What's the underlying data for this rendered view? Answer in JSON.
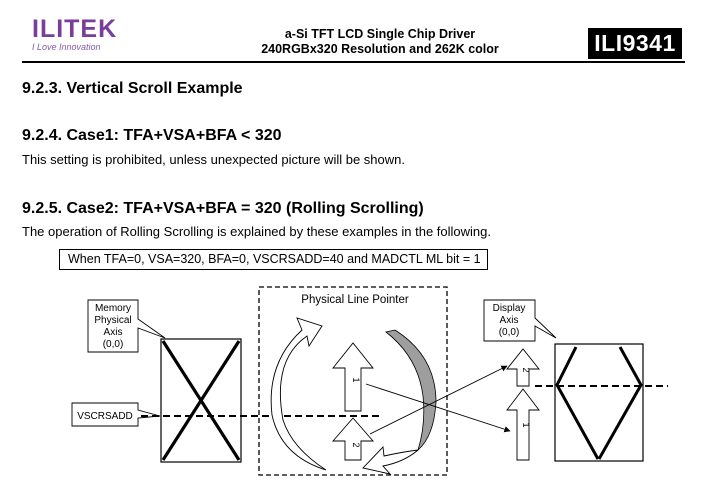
{
  "header": {
    "logo_text": "ILITEK",
    "logo_tagline": "I Love Innovation",
    "title_line1": "a-Si TFT LCD Single Chip Driver",
    "title_line2": "240RGBx320 Resolution and 262K color",
    "part_number": "ILI9341"
  },
  "sections": {
    "s923": {
      "heading": "9.2.3.  Vertical Scroll Example"
    },
    "s924": {
      "heading": "9.2.4.  Case1: TFA+VSA+BFA < 320",
      "text": "This setting is prohibited, unless unexpected picture will be shown."
    },
    "s925": {
      "heading": "9.2.5.  Case2: TFA+VSA+BFA = 320 (Rolling Scrolling)",
      "text": "The operation of Rolling Scrolling is explained by these examples in the following."
    }
  },
  "setting_box": "When TFA=0, VSA=320, BFA=0, VSCRSADD=40 and  MADCTL ML bit = 1",
  "diagram": {
    "memory_label": [
      "Memory",
      "Physical",
      "Axis",
      "(0,0)"
    ],
    "vscrsadd_label": "VSCRSADD",
    "pointer_label": "Physical Line Pointer",
    "display_label": [
      "Display",
      "Axis",
      "(0,0)"
    ],
    "arrow_1": "1",
    "arrow_2": "2"
  }
}
